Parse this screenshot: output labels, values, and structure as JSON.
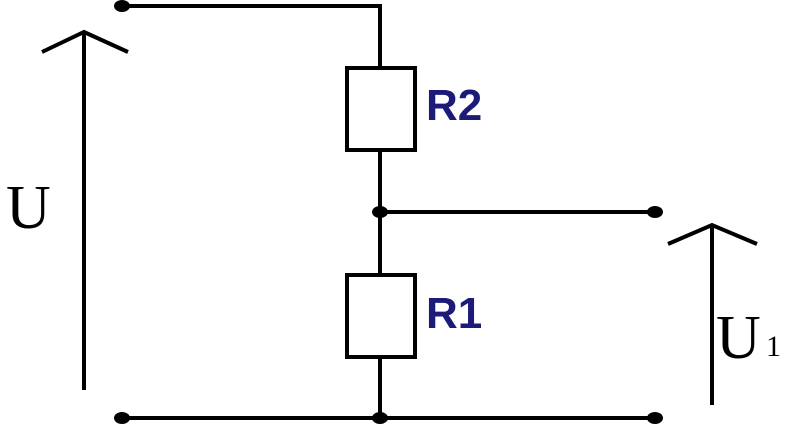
{
  "diagram": {
    "title": "Voltage divider",
    "labels": {
      "r2": "R2",
      "r1": "R1",
      "u": "U",
      "u1_main": "U",
      "u1_sub": "1"
    },
    "colors": {
      "wire": "#000000",
      "resistor_label": "#1c1c78"
    }
  }
}
